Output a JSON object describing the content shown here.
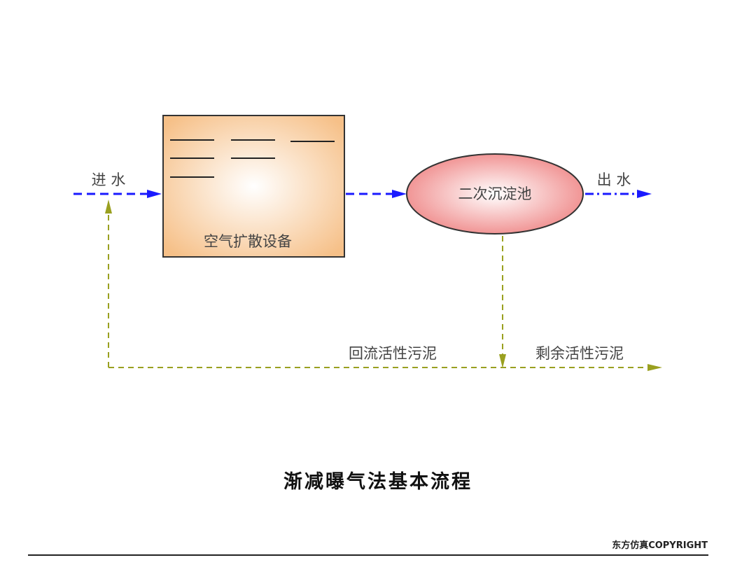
{
  "diagram": {
    "inlet_label": "进 水",
    "outlet_label": "出 水",
    "aeration_box_label": "空气扩散设备",
    "clarifier_label": "二次沉淀池",
    "return_sludge_label": "回流活性污泥",
    "waste_sludge_label": "剩余活性污泥",
    "title": "渐减曝气法基本流程",
    "copyright": "东方仿真COPYRIGHT",
    "colors": {
      "water_flow": "#1a1aff",
      "sludge_flow": "#9aa020",
      "box_fill": "#f8c890",
      "clarifier_fill": "#f08888"
    }
  }
}
